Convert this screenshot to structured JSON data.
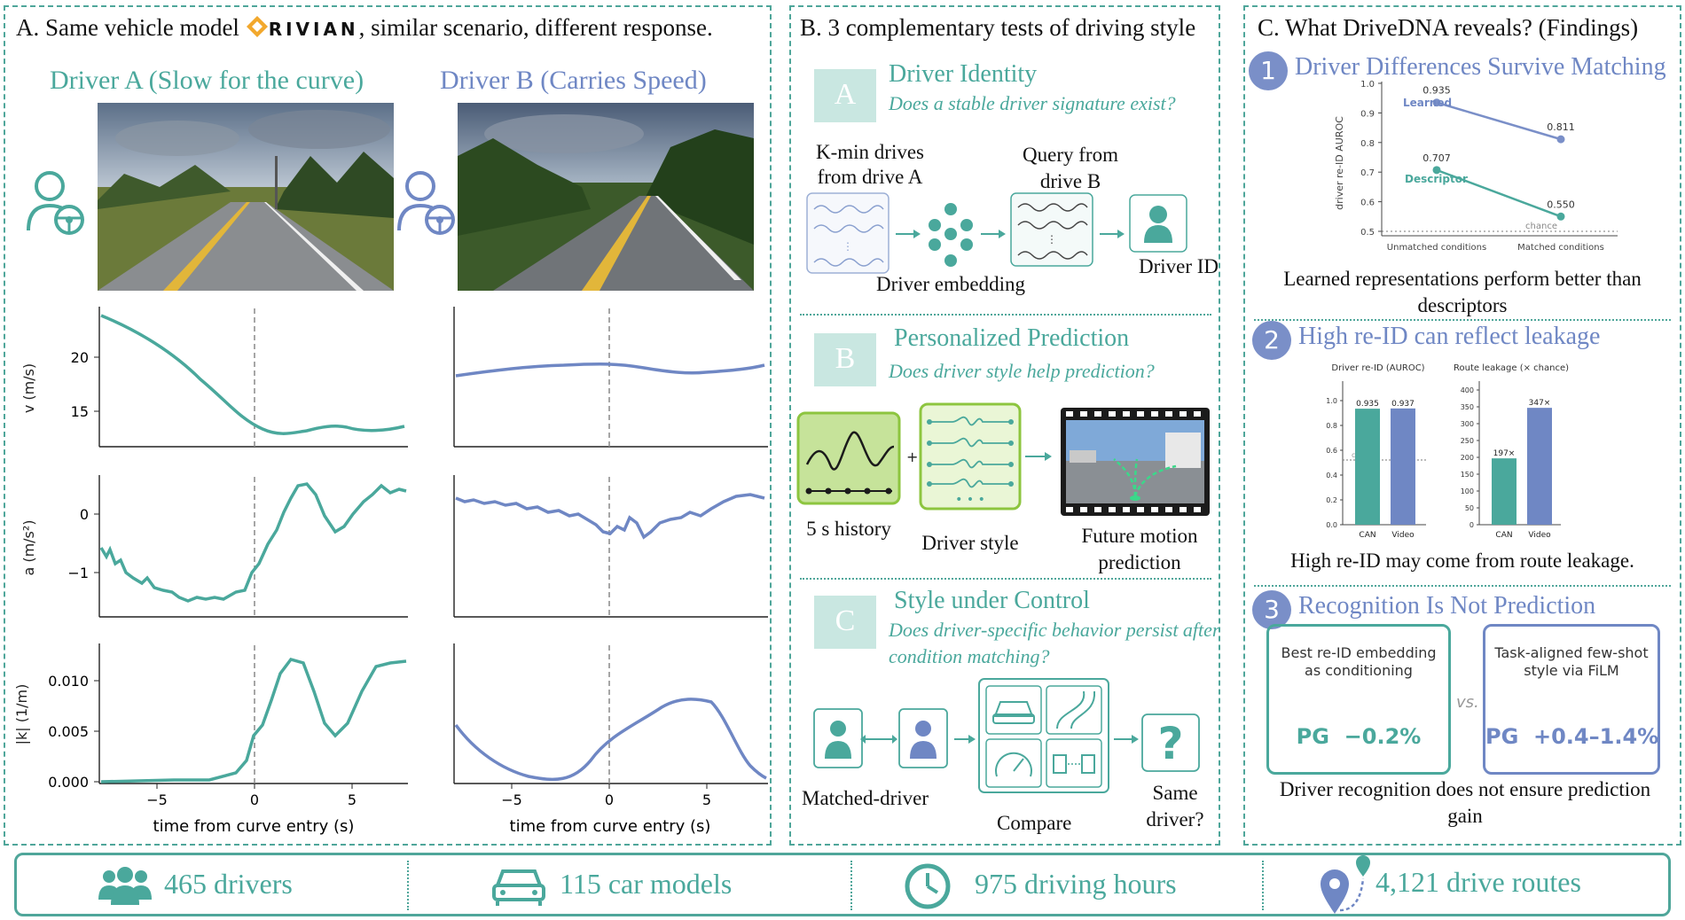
{
  "panelA": {
    "title_pre": "A. Same vehicle model",
    "brand": "RIVIAN",
    "title_post": ", similar scenario, different response.",
    "driverA_title": "Driver A (Slow for the curve)",
    "driverB_title": "Driver B (Carries Speed)",
    "ylabel_v": "v (m/s)",
    "ylabel_a": "a (m/s²)",
    "ylabel_k": "|k| (1/m)",
    "xlabel": "time from curve entry (s)",
    "v_ticks": [
      "20",
      "15"
    ],
    "a_ticks": [
      "0",
      "−1"
    ],
    "k_ticks": [
      "0.010",
      "0.005",
      "0.000"
    ],
    "x_ticks": [
      "−5",
      "0",
      "5"
    ]
  },
  "panelB": {
    "title": "B. 3 complementary tests of driving style",
    "secA": {
      "letter": "A",
      "heading": "Driver Identity",
      "question": "Does a stable driver signature exist?",
      "kmin_label": "K-min drives from drive A",
      "query_label": "Query from drive B",
      "embedding_label": "Driver embedding",
      "driver_id_label": "Driver ID"
    },
    "secB": {
      "letter": "B",
      "heading": "Personalized Prediction",
      "question": "Does driver style help prediction?",
      "history_label": "5 s history",
      "style_label": "Driver style",
      "future_label": "Future motion prediction",
      "plus": "+"
    },
    "secC": {
      "letter": "C",
      "heading": "Style under Control",
      "question": "Does driver-specific behavior persist after condition matching?",
      "matched_label": "Matched-driver",
      "compare_label": "Compare",
      "same_label": "Same driver?",
      "qmark": "?"
    }
  },
  "panelC": {
    "title": "C. What DriveDNA reveals? (Findings)",
    "f1": {
      "num": "1",
      "title": "Driver Differences Survive Matching",
      "caption": "Learned representations perform better than descriptors",
      "ylabel": "driver re-ID AUROC",
      "yticks": [
        "1.0",
        "0.9",
        "0.8",
        "0.7",
        "0.6",
        "0.5"
      ],
      "xticks": [
        "Unmatched conditions",
        "Matched conditions"
      ],
      "chance": "chance",
      "learned_label": "Learned",
      "descriptor_label": "Descriptor",
      "learned": [
        0.935,
        0.811
      ],
      "descriptor": [
        0.707,
        0.55
      ],
      "learned_vals": [
        "0.935",
        "0.811"
      ],
      "descriptor_vals": [
        "0.707",
        "0.550"
      ]
    },
    "f2": {
      "num": "2",
      "title": "High re-ID can reflect leakage",
      "caption": "High re-ID may come from route leakage.",
      "left_title": "Driver re-ID (AUROC)",
      "right_title": "Route leakage (× chance)",
      "left_yticks": [
        "1.0",
        "0.8",
        "0.6",
        "0.4",
        "0.2",
        "0.0"
      ],
      "right_yticks": [
        "400",
        "350",
        "300",
        "250",
        "200",
        "150",
        "100",
        "50",
        "0"
      ],
      "categories": [
        "CAN",
        "Video"
      ],
      "left_values": [
        0.935,
        0.937
      ],
      "left_labels": [
        "0.935",
        "0.937"
      ],
      "right_values": [
        197,
        347
      ],
      "right_labels": [
        "197×",
        "347×"
      ],
      "chance_short": "chs"
    },
    "f3": {
      "num": "3",
      "title": "Recognition Is Not Prediction",
      "box1_text": "Best re-ID embedding as conditioning",
      "box1_result": "PG  −0.2%",
      "vs": "vs.",
      "box2_text": "Task-aligned few-shot style via FiLM",
      "box2_result": "PG  +0.4–1.4%",
      "caption": "Driver recognition does not ensure prediction gain"
    }
  },
  "stats": {
    "drivers": "465 drivers",
    "car_models": "115 car models",
    "hours": "975 driving hours",
    "routes": "4,121 drive routes"
  },
  "colors": {
    "teal": "#4aa89c",
    "blue": "#6f87c4",
    "border": "#4fa69a"
  }
}
